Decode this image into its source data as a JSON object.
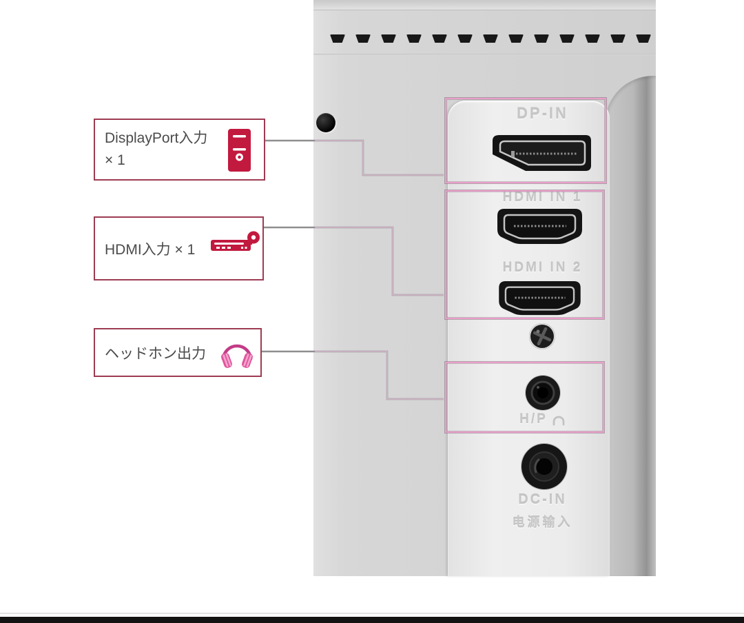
{
  "callouts": [
    {
      "id": "displayport",
      "line1": "DisplayPort入力",
      "line2": "× 1",
      "icon": "displayport-tower-icon"
    },
    {
      "id": "hdmi",
      "line1": "HDMI入力 × 1",
      "icon": "hdmi-cable-icon"
    },
    {
      "id": "headphone",
      "line1": "ヘッドホン出力",
      "icon": "headphones-icon"
    }
  ],
  "monitor_photo": {
    "port_labels": {
      "dp": "DP-IN",
      "hdmi1": "HDMI IN 1",
      "hdmi2": "HDMI IN 2",
      "headphone": "H/P",
      "dc": "DC-IN",
      "dc_cn": "电源输入"
    }
  },
  "colors": {
    "callout_border": "#9d3b52",
    "callout_text": "#4b4b4b",
    "icon_red": "#c2193f",
    "headphone_pink": "#d9559c",
    "highlight_pink": "#eb9fca",
    "connector_line_gray": "#8e8e8e",
    "panel_white": "#ececec",
    "monitor_gray": "#d3d3d3"
  }
}
